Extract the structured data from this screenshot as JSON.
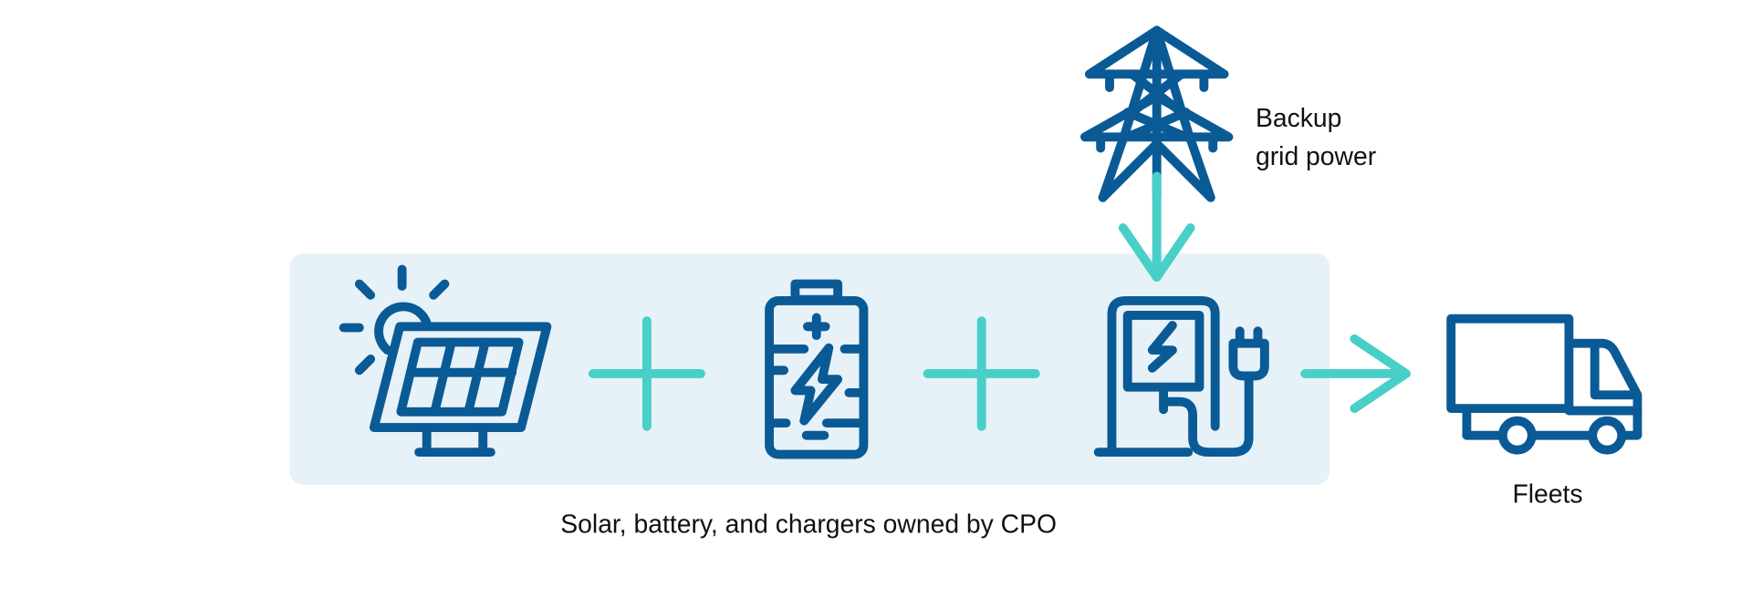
{
  "labels": {
    "grid_line1": "Backup",
    "grid_line2": "grid power",
    "fleets": "Fleets",
    "group_caption": "Solar, battery, and chargers owned by CPO"
  },
  "colors": {
    "icon": "#0a5a96",
    "connector": "#48cfc8",
    "group_bg": "#e6f1f8"
  },
  "icons": [
    "solar-panel-icon",
    "battery-icon",
    "ev-charger-icon",
    "transmission-tower-icon",
    "truck-icon"
  ]
}
